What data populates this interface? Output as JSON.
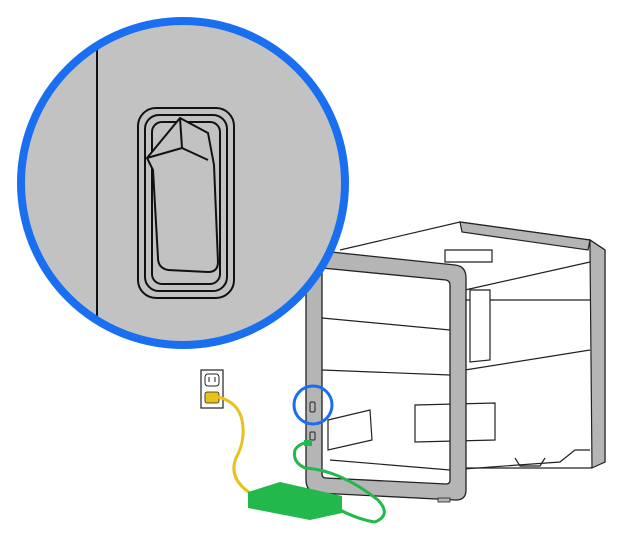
{
  "colors": {
    "callout_ring": "#1a6ff0",
    "zoom_background": "#c2c2c2",
    "printer_frame": "#b5b5b5",
    "power_cable": "#e8c21c",
    "power_adapter": "#22b84c",
    "outline": "#222222"
  },
  "icons": [
    "power-switch",
    "wall-outlet",
    "power-adapter",
    "printer"
  ]
}
